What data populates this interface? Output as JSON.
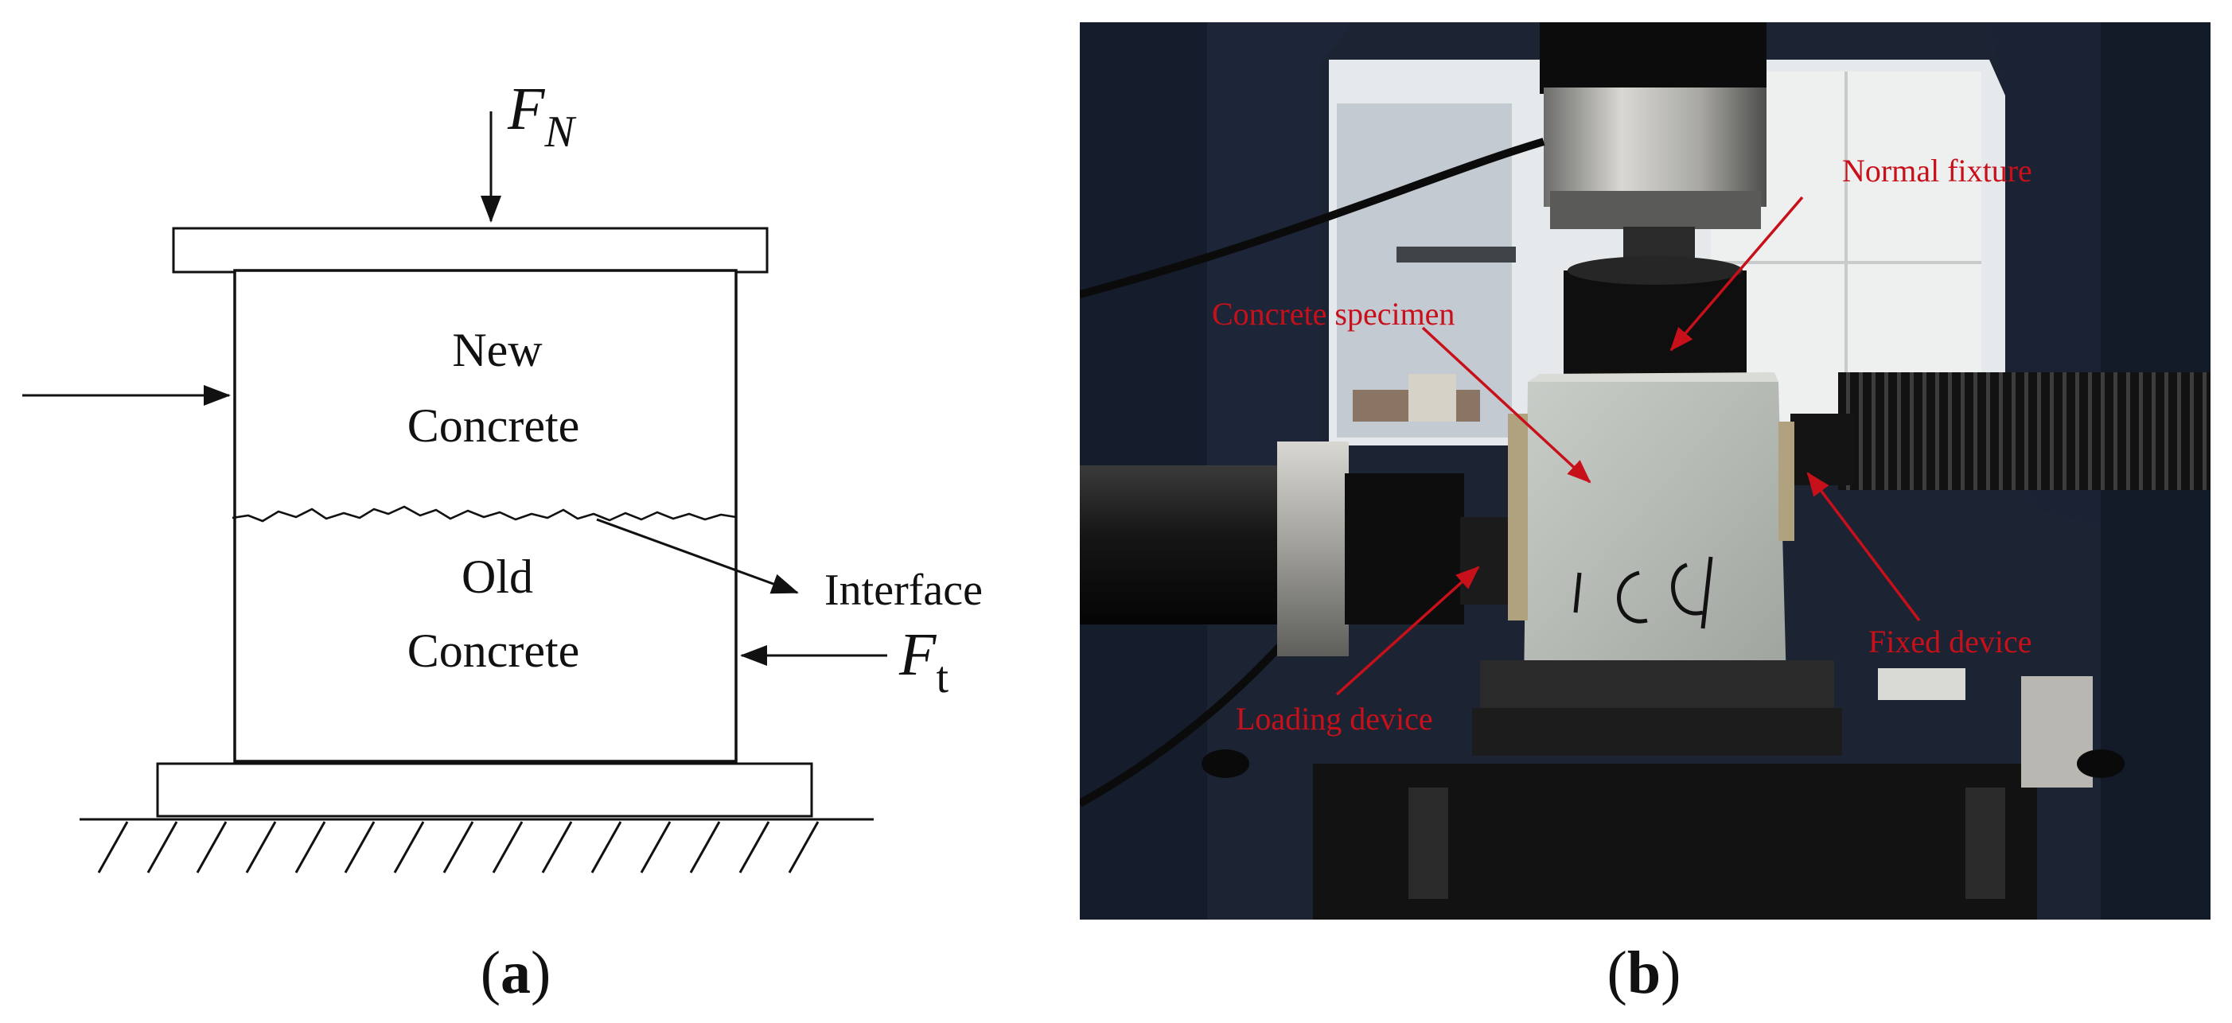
{
  "panel_a": {
    "normal_force": {
      "symbol": "F",
      "subscript": "N"
    },
    "tangential_force": {
      "symbol": "F",
      "subscript": "t"
    },
    "new_concrete": {
      "line1": "New",
      "line2": "Concrete"
    },
    "old_concrete": {
      "line1": "Old",
      "line2": "Concrete"
    },
    "interface_label": "Interface",
    "caption": {
      "open": "(",
      "letter": "a",
      "close": ")"
    }
  },
  "panel_b": {
    "labels": {
      "normal_fixture": "Normal fixture",
      "concrete_specimen": "Concrete specimen",
      "fixed_device": "Fixed device",
      "loading_device": "Loading device"
    },
    "caption": {
      "open": "(",
      "letter": "b",
      "close": ")"
    }
  },
  "colors": {
    "label_red": "#c8101a",
    "ink": "#111111"
  }
}
